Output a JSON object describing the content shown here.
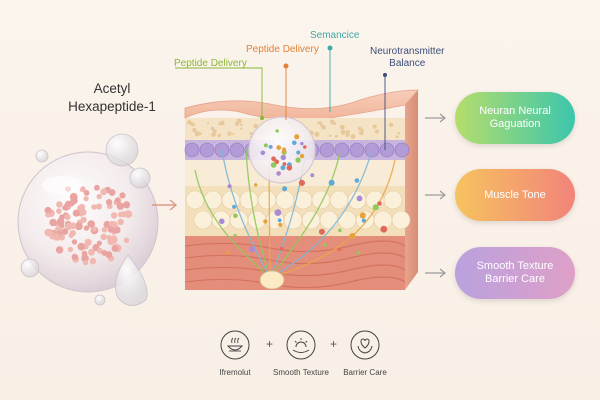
{
  "ingredient": {
    "line1": "Acetyl",
    "line2": "Hexapeptide-1"
  },
  "callouts": {
    "peptide_delivery_green": "Peptide Delivery",
    "peptide_delivery_orange": "Peptide Delivery",
    "semancice": "Semancice",
    "neurotransmitter_line1": "Neurotransmitter",
    "neurotransmitter_line2": "Balance"
  },
  "outcomes": [
    {
      "line1": "Neuran Neural",
      "line2": "Gaguation",
      "gradient": [
        "#b6dd6b",
        "#3bc6ad"
      ]
    },
    {
      "line1": "Muscle Tone",
      "line2": "",
      "gradient": [
        "#f6c35f",
        "#f2837a"
      ]
    },
    {
      "line1": "Smooth Texture",
      "line2": "Barrier Care",
      "gradient": [
        "#b9a1de",
        "#dfa0c8"
      ]
    }
  ],
  "benefits": [
    {
      "label": "Ifremolut",
      "icon": "steam-bowl-icon"
    },
    {
      "label": "Smooth Texture",
      "icon": "sunrise-hand-icon"
    },
    {
      "label": "Barrier Care",
      "icon": "heart-hands-icon"
    }
  ],
  "benefit_separator": "+",
  "colors": {
    "green_label": "#8ab637",
    "orange_label": "#e2813a",
    "teal_label": "#3fa9a6",
    "navy_label": "#3d4d7a"
  }
}
